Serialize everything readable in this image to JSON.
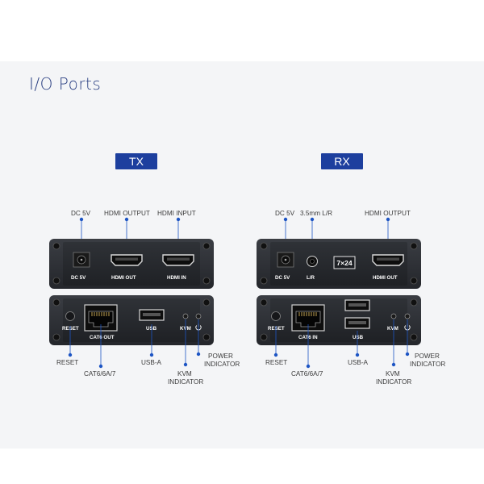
{
  "heading": "I/O Ports",
  "colors": {
    "accent": "#1d3f9e",
    "device": "#2b2d32",
    "leader": "#1d55c4"
  },
  "tx": {
    "badge": "TX",
    "front_callouts": {
      "dc": "DC 5V",
      "hdmi_out": "HDMI OUTPUT",
      "hdmi_in": "HDMI INPUT"
    },
    "front_ports": {
      "dc": "DC 5V",
      "hdmi_out": "HDMI OUT",
      "hdmi_in": "HDMI IN"
    },
    "back_ports": {
      "reset": "RESET",
      "cat": "CAT6 OUT",
      "usb": "USB",
      "kvm": "KVM"
    },
    "back_callouts": {
      "reset": "RESET",
      "cat": "CAT6/6A/7",
      "usb": "USB-A",
      "kvm_1": "KVM",
      "kvm_2": "INDICATOR",
      "power_1": "POWER",
      "power_2": "INDICATOR"
    }
  },
  "rx": {
    "badge": "RX",
    "front_callouts": {
      "dc": "DC 5V",
      "audio": "3.5mm L/R",
      "hdmi_out": "HDMI OUTPUT"
    },
    "front_ports": {
      "dc": "DC 5V",
      "audio": "L/R",
      "badge_7x24": "7×24",
      "hdmi_out": "HDMI OUT"
    },
    "back_ports": {
      "reset": "RESET",
      "cat": "CAT6 IN",
      "usb": "USB",
      "kvm": "KVM"
    },
    "back_callouts": {
      "reset": "RESET",
      "cat": "CAT6/6A/7",
      "usb": "USB-A",
      "kvm_1": "KVM",
      "kvm_2": "INDICATOR",
      "power_1": "POWER",
      "power_2": "INDICATOR"
    }
  }
}
